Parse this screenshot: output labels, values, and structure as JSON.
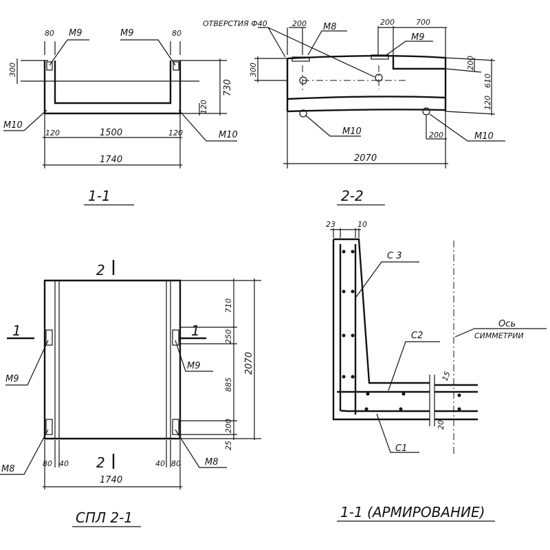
{
  "section_1_1": {
    "title": "1-1",
    "dim_top_left": "80",
    "dim_top_right": "80",
    "mark_left": "M9",
    "mark_right": "M9",
    "dim_300": "300",
    "dim_730": "730",
    "dim_120_v": "120",
    "dim_bottom_left": "120",
    "dim_bottom_mid": "1500",
    "dim_bottom_right": "120",
    "dim_total": "1740",
    "mark_m10_left": "M10",
    "mark_m10_right": "M10"
  },
  "section_2_2": {
    "title": "2-2",
    "holes_label": "ОТВЕРСТИЯ Ф40",
    "dim_200_a": "200",
    "mark_m8": "M8",
    "dim_200_b": "200",
    "dim_700": "700",
    "mark_m9": "M9",
    "dim_300": "300",
    "dim_200_r": "200",
    "dim_610": "610",
    "dim_120": "120",
    "mark_m10_left": "M10",
    "dim_200_bottom": "200",
    "mark_m10_right": "M10",
    "dim_total": "2070"
  },
  "plan": {
    "title": "СПЛ 2-1",
    "section_2_top": "2",
    "section_2_bottom": "2",
    "section_1_left": "1",
    "section_1_right": "1",
    "mark_m9_left": "M9",
    "mark_m9_right": "M9",
    "mark_m8_left": "M8",
    "mark_m8_right": "M8",
    "dim_710": "710",
    "dim_250": "250",
    "dim_885": "885",
    "dim_200": "200",
    "dim_25": "25",
    "dim_2070": "2070",
    "dim_80_left": "80",
    "dim_40_left": "40",
    "dim_40_right": "40",
    "dim_80_right": "80",
    "dim_1740": "1740"
  },
  "reinforcement": {
    "title": "1-1 (АРМИРОВАНИЕ)",
    "dim_23": "23",
    "dim_10": "10",
    "mark_c3": "C 3",
    "mark_c2": "C2",
    "mark_c1": "C1",
    "axis_label_1": "Ось",
    "axis_label_2": "СИММЕТРИИ",
    "dim_15": "15",
    "dim_20": "20"
  }
}
